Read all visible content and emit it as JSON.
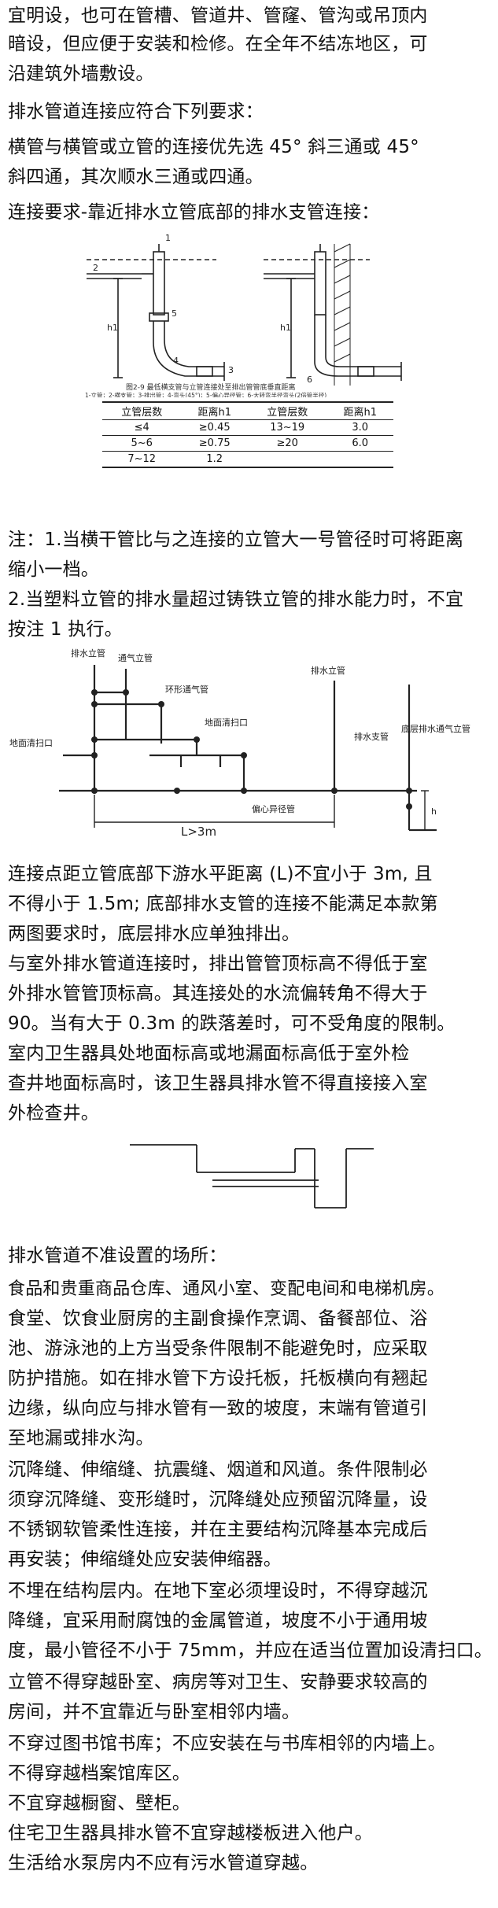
{
  "para1": [
    "宜明设，也可在管槽、管道井、管窿、管沟或吊顶内",
    "暗设，但应便于安装和检修。在全年不结冻地区，可",
    "沿建筑外墙敷设。"
  ],
  "para2": [
    "排水管道连接应符合下列要求：",
    "横管与横管或立管的连接优先选 45° 斜三通或 45°",
    "斜四通，其次顺水三通或四通。",
    "连接要求-靠近排水立管底部的排水支管连接："
  ],
  "figure1": {
    "label_h1": "h1",
    "label_1": "1",
    "label_2": "2",
    "label_3": "3",
    "label_4": "4",
    "label_5": "5",
    "label_6": "6",
    "caption": "图2-9  最低横支管与立管连接处至排出管管底垂直距离",
    "legend": "1-立管；2-横支管；3-排出管；4-弯头(45°)；5-偏心异径管；6-大转弯半径弯头(2倍管半径)",
    "table": {
      "headers": [
        "立管层数",
        "距离h1",
        "立管层数",
        "距离h1"
      ],
      "rows": [
        [
          "≤4",
          "≥0.45",
          "13~19",
          "3.0"
        ],
        [
          "5~6",
          "≥0.75",
          "≥20",
          "6.0"
        ],
        [
          "7~12",
          "1.2",
          "",
          ""
        ]
      ]
    }
  },
  "para3": [
    "注：1.当横干管比与之连接的立管大一号管径时可将距离",
    "缩小一档。",
    "2.当塑料立管的排水量超过铸铁立管的排水能力时，不宜",
    "按注 1 执行。"
  ],
  "figure2": {
    "label_drain_riser": "排水立管",
    "label_vent_riser": "通气立管",
    "label_ring_vent": "环形通气管",
    "label_floor_cleanout_top": "地面清扫口",
    "label_floor_cleanout_left": "地面清扫口",
    "label_drain_riser2": "排水立管",
    "label_drain_branch": "排水支管",
    "label_offset_vent": "底层排水通气立管",
    "label_dimension": "L>3m",
    "label_reducer": "偏心异径管",
    "label_h": "h"
  },
  "para4": [
    "连接点距立管底部下游水平距离 (L)不宜小于 3m, 且",
    "不得小于 1.5m; 底部排水支管的连接不能满足本款第",
    "两图要求时，底层排水应单独排出。",
    "与室外排水管道连接时，排出管管顶标高不得低于室",
    "外排水管管顶标高。其连接处的水流偏转角不得大于",
    "90。当有大于 0.3m 的跌落差时，可不受角度的限制。",
    "室内卫生器具处地面标高或地漏面标高低于室外检",
    "查井地面标高时，该卫生器具排水管不得直接接入室",
    "外检查井。"
  ],
  "para5": [
    "排水管道不准设置的场所：",
    "食品和贵重商品仓库、通风小室、变配电间和电梯机房。",
    "食堂、饮食业厨房的主副食操作烹调、备餐部位、浴",
    "池、游泳池的上方当受条件限制不能避免时，应采取",
    "防护措施。如在排水管下方设托板，托板横向有翘起",
    "边缘，纵向应与排水管有一致的坡度，末端有管道引",
    "至地漏或排水沟。",
    "沉降缝、伸缩缝、抗震缝、烟道和风道。条件限制必",
    "须穿沉降缝、变形缝时，沉降缝处应预留沉降量，设",
    "不锈钢软管柔性连接，并在主要结构沉降基本完成后",
    "再安装；伸缩缝处应安装伸缩器。",
    "不埋在结构层内。在地下室必须埋设时，不得穿越沉",
    "降缝，宜采用耐腐蚀的金属管道，坡度不小于通用坡",
    "度，最小管径不小于 75mm，并应在适当位置加设清扫口。",
    "立管不得穿越卧室、病房等对卫生、安静要求较高的",
    "房间，并不宜靠近与卧室相邻内墙。",
    "不穿过图书馆书库；不应安装在与书库相邻的内墙上。",
    "不得穿越档案馆库区。",
    "不宜穿越橱窗、壁柜。",
    "住宅卫生器具排水管不宜穿越楼板进入他户。",
    "生活给水泵房内不应有污水管道穿越。"
  ]
}
